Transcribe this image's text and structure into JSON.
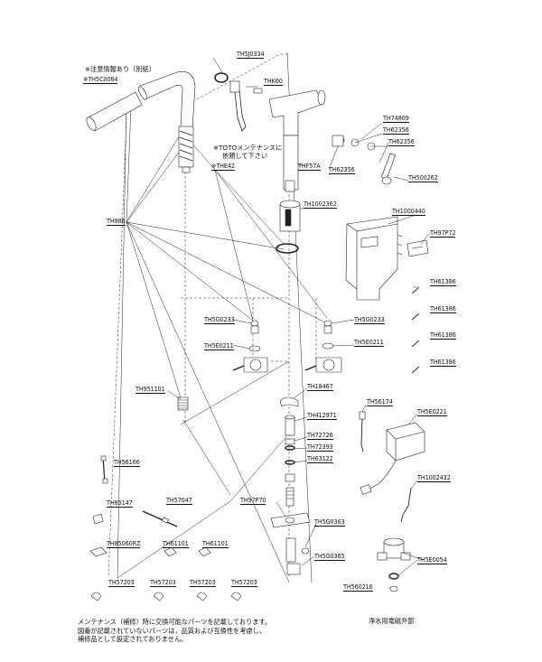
{
  "notes": {
    "attention": "※注意情報あり（別紙）",
    "toto_line1": "※TOTOメンテナンスに",
    "toto_line2": "依頼して下さい"
  },
  "labels": {
    "th5c0084": "※TH5C0084",
    "th5j0334": "TH5J0334",
    "thk60": "THK60",
    "th74809": "TH74809",
    "th62356_a": "TH62356",
    "th62356_b": "TH62356",
    "th62356_c": "TH62356",
    "thf57a": "THF57A",
    "th500262": "TH500262",
    "the42": "※THE42",
    "th1000440": "TH1000440",
    "th1002362": "TH1002362",
    "th886": "TH886",
    "th97p72": "TH97P72",
    "th61386_a": "TH61386",
    "th61386_b": "TH61386",
    "th61386_c": "TH61386",
    "th61386_d": "TH61386",
    "th5g0233_l": "TH5G0233",
    "th5g0233_r": "TH5G0233",
    "th5e0211_l": "TH5E0211",
    "th5e0211_r": "TH5E0211",
    "th951101": "TH951101",
    "th18467": "TH18467",
    "th56174": "TH56174",
    "th412971": "TH412971",
    "th5e0221": "TH5E0221",
    "th72726": "TH72726",
    "th72393": "TH72393",
    "th63122": "TH63122",
    "th56166": "TH56166",
    "th1002432": "TH1002432",
    "th97p70": "TH97P70",
    "th85147": "TH85147",
    "th57047": "TH57047",
    "th5g0363": "TH5G0363",
    "th85060rz": "TH85060RZ",
    "th61101_a": "TH61101",
    "th61101_b": "TH61101",
    "th5g0365": "TH5G0365",
    "th5e0054": "TH5E0054",
    "th57203_a": "TH57203",
    "th57203_b": "TH57203",
    "th57203_c": "TH57203",
    "th57203_d": "TH57203",
    "th560216": "TH560216"
  },
  "footer": {
    "line1": "メンテナンス（補修）時に交換可能なパーツを記載しております。",
    "line2": "図番が記載されていないパーツは，品質および互換性を考慮し，",
    "line3": "補修品として設定されておりません。"
  },
  "caption": "浄水用電磁弁部"
}
